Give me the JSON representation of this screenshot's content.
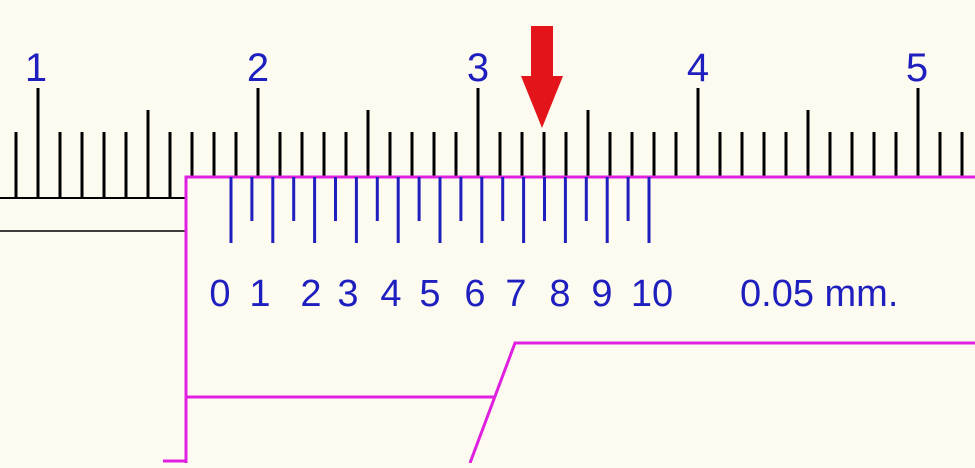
{
  "main_scale": {
    "labels": [
      "1",
      "2",
      "3",
      "4",
      "5"
    ],
    "tick_color": "#000000",
    "label_color": "#1f1fbf",
    "minor_ticks_per_unit": 10
  },
  "vernier_scale": {
    "labels": [
      "0",
      "1",
      "2",
      "3",
      "4",
      "5",
      "6",
      "7",
      "8",
      "9",
      "10"
    ],
    "tick_count": 21,
    "tick_color": "#1f1fbf",
    "least_count": "0.05 mm."
  },
  "colors": {
    "background": "#fdfbef",
    "jaw_outline": "#e020e0",
    "arrow": "#e3151a"
  },
  "indicator": {
    "icon": "down-arrow-icon",
    "points_to_vernier_division": 7.5
  }
}
